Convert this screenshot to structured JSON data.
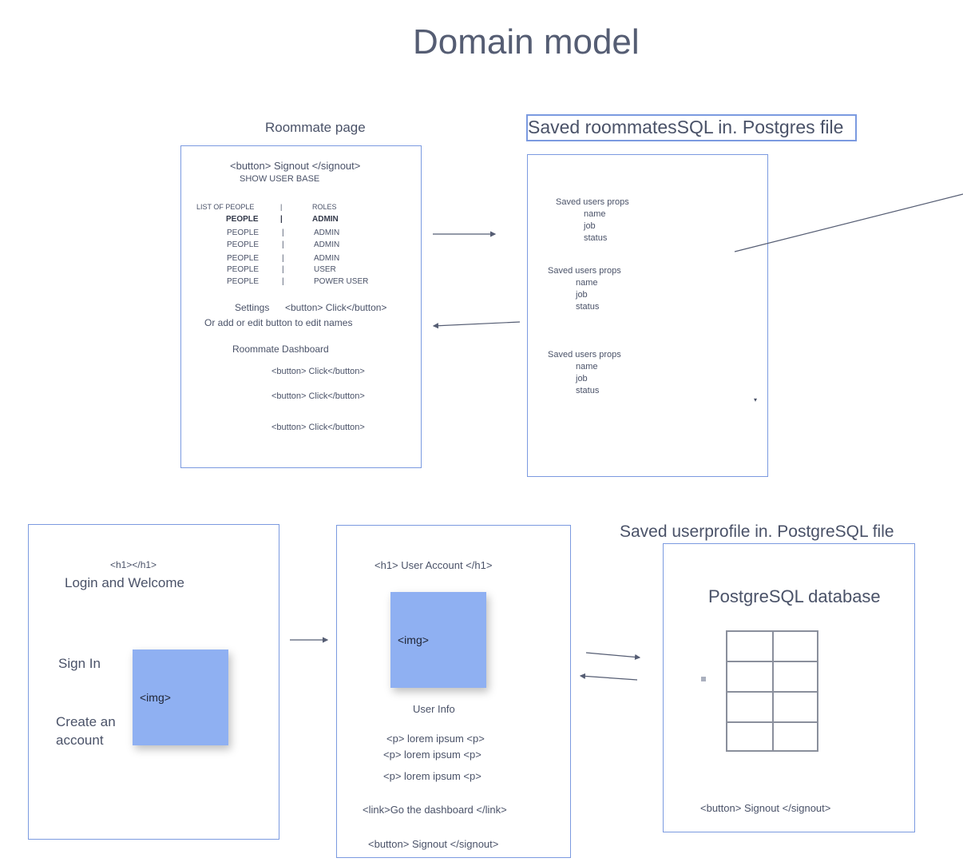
{
  "title": "Domain model",
  "roommate": {
    "heading": "Roommate page",
    "signout": "<button> Signout </signout>",
    "show_user_base": "SHOW USER BASE",
    "list_header": {
      "left": "LIST OF PEOPLE",
      "sep": "|",
      "right": "ROLES"
    },
    "rows": [
      {
        "left": "PEOPLE",
        "sep": "|",
        "right": "ADMIN"
      },
      {
        "left": "PEOPLE",
        "sep": "|",
        "right": "ADMIN"
      },
      {
        "left": "PEOPLE",
        "sep": "|",
        "right": "ADMIN"
      },
      {
        "left": "PEOPLE",
        "sep": "|",
        "right": "ADMIN"
      },
      {
        "left": "PEOPLE",
        "sep": "|",
        "right": "USER"
      },
      {
        "left": "PEOPLE",
        "sep": "|",
        "right": "POWER USER"
      }
    ],
    "settings_label": "Settings",
    "settings_button": "<button> Click</button>",
    "edit_note": "Or add or edit button to edit names",
    "dashboard_label": "Roommate Dashboard",
    "dashboard_buttons": [
      "<button> Click</button>",
      "<button> Click</button>",
      "<button> Click</button>"
    ]
  },
  "saved_roommates": {
    "heading": "Saved roommatesSQL  in. Postgres file",
    "groups": [
      {
        "title": "Saved users props",
        "fields": [
          "name",
          "job",
          "status"
        ]
      },
      {
        "title": "Saved users props",
        "fields": [
          "name",
          "job",
          "status"
        ]
      },
      {
        "title": "Saved users props",
        "fields": [
          "name",
          "job",
          "status"
        ]
      }
    ],
    "scroll_marker": "▾"
  },
  "login": {
    "h1_tag": "<h1></h1>",
    "title": "Login  and Welcome",
    "sign_in": "Sign In",
    "create_line1": "Create an",
    "create_line2": "account",
    "img": "<img>"
  },
  "account": {
    "h1": "<h1> User Account </h1>",
    "img": "<img>",
    "user_info": "User Info",
    "paragraphs": [
      "<p> lorem ipsum <p>",
      "<p> lorem ipsum <p>",
      "<p> lorem ipsum <p>"
    ],
    "link": "<link>Go the dashboard </link>",
    "signout": "<button> Signout </signout>"
  },
  "profile": {
    "heading": "Saved userprofile in. PostgreSQL file",
    "db_title": "PostgreSQL database",
    "table_rows": 4,
    "table_cols": 2,
    "signout": "<button> Signout </signout>"
  },
  "colors": {
    "box_border": "#7b9ae0",
    "image_fill": "#8fb0f2",
    "text": "#4a5268",
    "arrow": "#555d73"
  }
}
